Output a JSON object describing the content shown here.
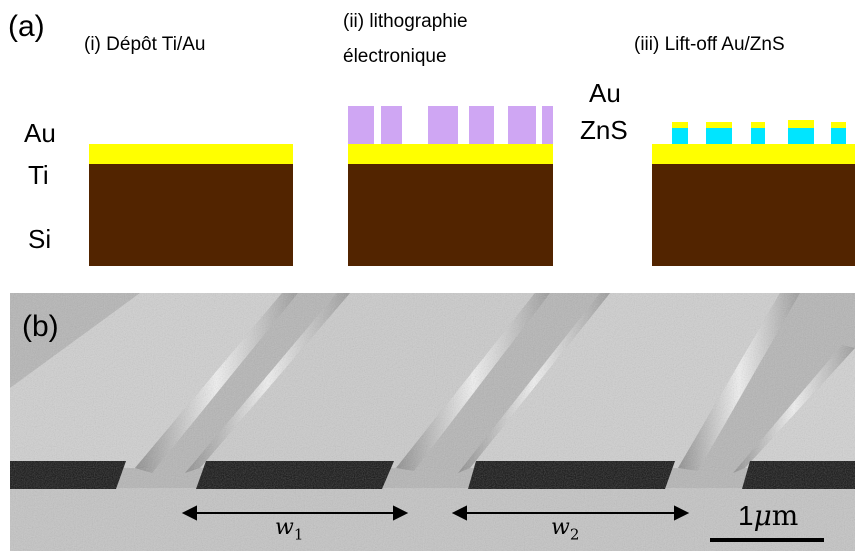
{
  "panel_a": {
    "label": "(a)",
    "step1": "(i) Dépôt Ti/Au",
    "step2_line1": "(ii) lithographie",
    "step2_line2": "électronique",
    "step3": "(iii) Lift-off Au/ZnS",
    "layers_left": {
      "au": "Au",
      "ti": "Ti",
      "si": "Si"
    },
    "layers_right": {
      "au": "Au",
      "zns": "ZnS"
    }
  },
  "panel_b": {
    "label": "(b)",
    "w1": "w",
    "w1_sub": "1",
    "w2": "w",
    "w2_sub": "2",
    "scale_value": "1",
    "scale_unit_mu": "μ",
    "scale_unit_m": "m"
  },
  "colors": {
    "si": "#522400",
    "gold": "#ffff00",
    "resist": "#cfa6f3",
    "zns": "#00e5ff"
  }
}
